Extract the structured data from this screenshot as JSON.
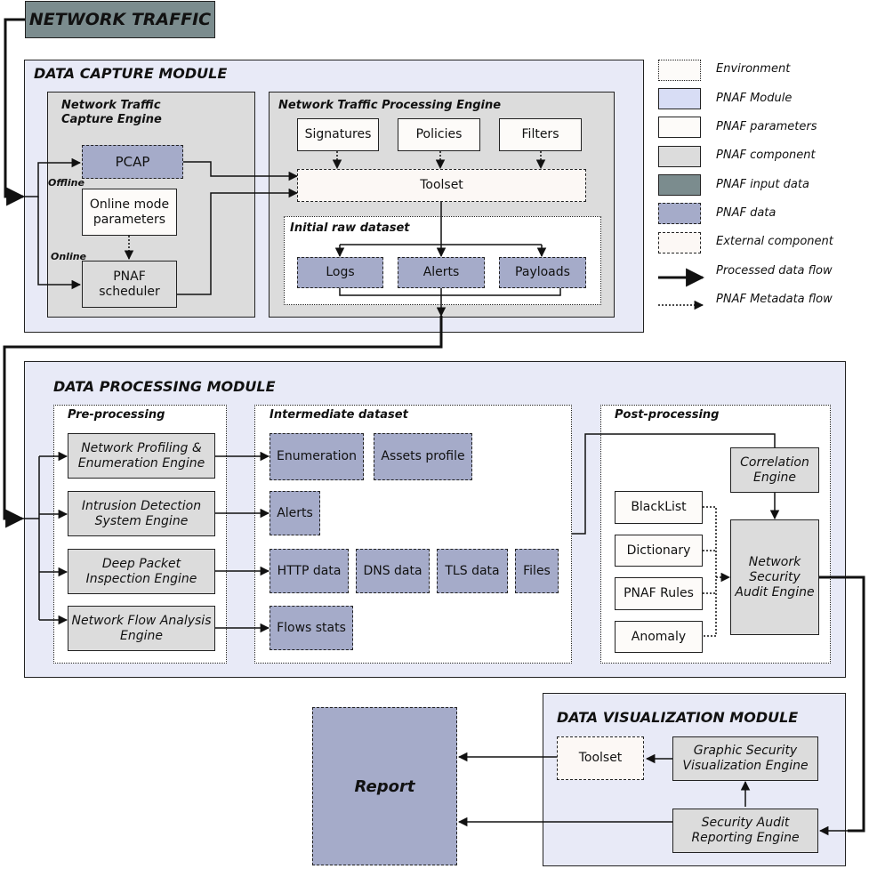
{
  "header": {
    "network_traffic": "NETWORK TRAFFIC"
  },
  "capture": {
    "title": "DATA CAPTURE MODULE",
    "capture_engine": "Network Traffic Capture Engine",
    "pcap": "PCAP",
    "online_params": "Online mode parameters",
    "scheduler": "PNAF scheduler",
    "offline_label": "Offline",
    "online_label": "Online",
    "processing_engine": "Network Traffic Processing Engine",
    "signatures": "Signatures",
    "policies": "Policies",
    "filters": "Filters",
    "toolset": "Toolset",
    "raw_dataset": "Initial raw dataset",
    "logs": "Logs",
    "alerts": "Alerts",
    "payloads": "Payloads"
  },
  "processing": {
    "title": "DATA PROCESSING MODULE",
    "preprocessing": "Pre-processing",
    "npe": "Network Profiling & Enumeration Engine",
    "ids": "Intrusion Detection System Engine",
    "dpi": "Deep Packet Inspection Engine",
    "nfa": "Network Flow Analysis Engine",
    "intermediate": "Intermediate dataset",
    "enumeration": "Enumeration",
    "assets": "Assets profile",
    "alerts": "Alerts",
    "http": "HTTP data",
    "dns": "DNS data",
    "tls": "TLS data",
    "files": "Files",
    "flows": "Flows stats",
    "postprocessing": "Post-processing",
    "correlation": "Correlation Engine",
    "blacklist": "BlackList",
    "dictionary": "Dictionary",
    "rules": "PNAF Rules",
    "anomaly": "Anomaly",
    "audit": "Network Security Audit Engine"
  },
  "visualization": {
    "title": "DATA VISUALIZATION MODULE",
    "toolset": "Toolset",
    "graphic": "Graphic Security Visualization Engine",
    "reporting": "Security Audit Reporting Engine",
    "report": "Report"
  },
  "legend": [
    {
      "label": "Environment",
      "style": "env"
    },
    {
      "label": "PNAF Module",
      "style": "mod"
    },
    {
      "label": "PNAF parameters",
      "style": "par"
    },
    {
      "label": "PNAF component",
      "style": "cmp"
    },
    {
      "label": "PNAF input data",
      "style": "inp"
    },
    {
      "label": "PNAF data",
      "style": "dat"
    },
    {
      "label": "External component",
      "style": "ext"
    },
    {
      "label": "Processed data flow",
      "style": "solid-arrow"
    },
    {
      "label": "PNAF Metadata flow",
      "style": "dotted-arrow"
    }
  ],
  "colors": {
    "module": "#e8eaf7",
    "component": "#dcdcdc",
    "data": "#a5abc9",
    "input": "#7b8c8e",
    "parameters": "#fdfbf9",
    "external": "#fcf8f5"
  }
}
